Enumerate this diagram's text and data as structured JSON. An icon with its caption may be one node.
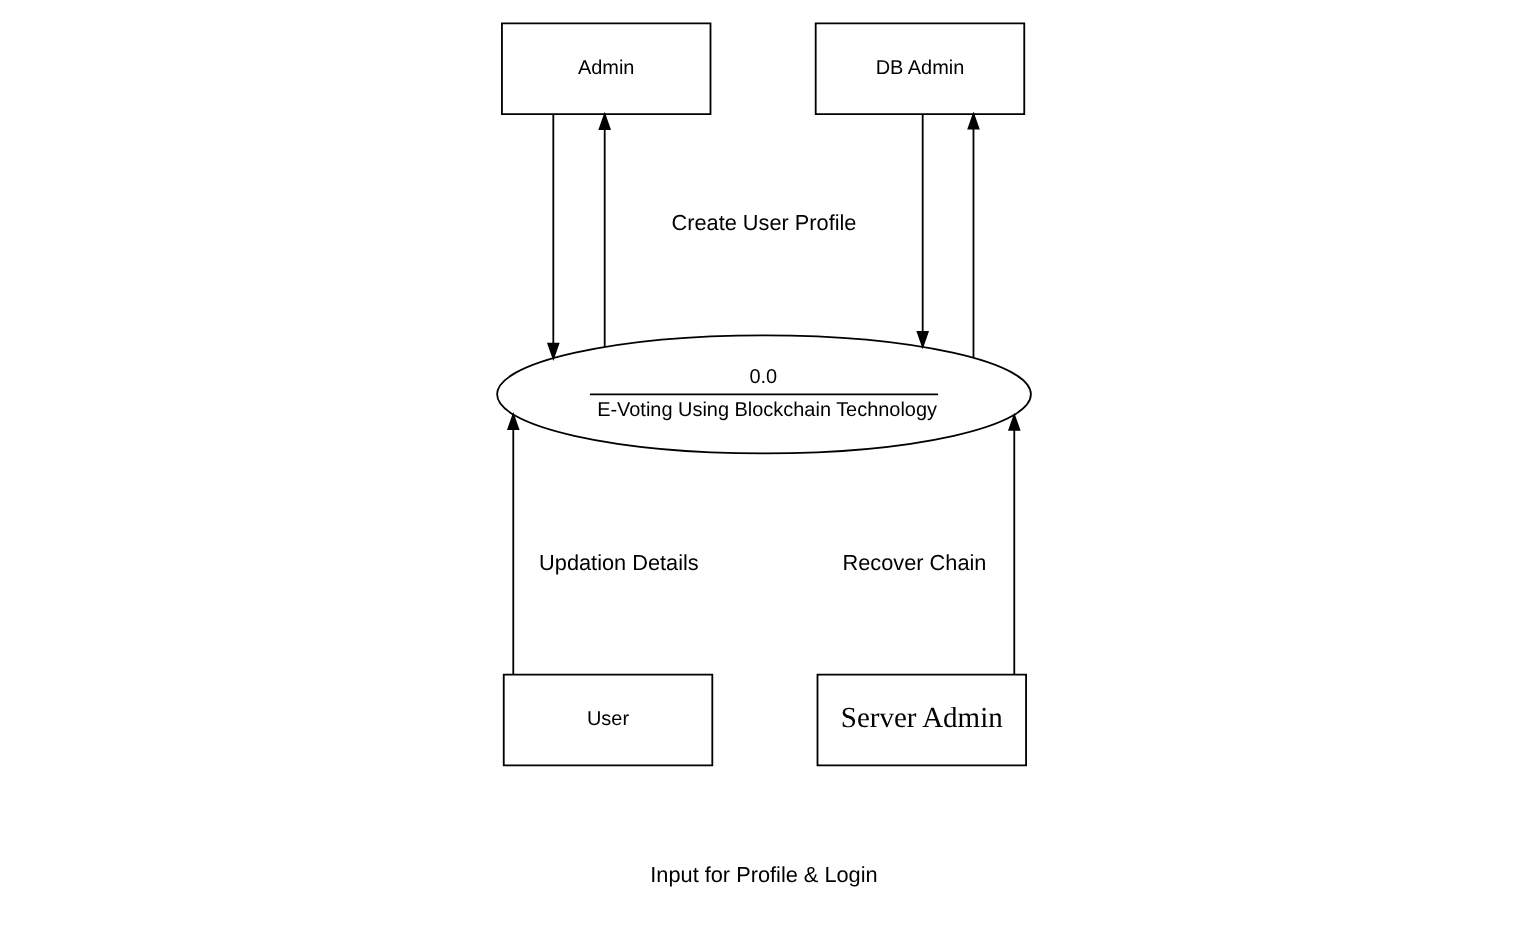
{
  "diagram": {
    "nodes": [
      {
        "text": [
          "Admin"
        ]
      },
      {
        "text": [
          "DB Admin"
        ]
      },
      {
        "text": [
          "0.0",
          "E-Voting Using Blockchain Technology"
        ]
      },
      {
        "text": [
          "User"
        ]
      },
      {
        "text": [
          "Server Admin"
        ]
      }
    ],
    "edges": [
      {
        "from": 0,
        "to": 2,
        "arrow": "to"
      },
      {
        "from": 2,
        "to": 1,
        "arrow": "to"
      },
      {
        "from": 1,
        "to": 2,
        "arrow": "to"
      },
      {
        "from": 2,
        "to": 0,
        "arrow": "to"
      },
      {
        "from": 3,
        "to": 2,
        "arrow": "to"
      },
      {
        "from": 4,
        "to": 2,
        "arrow": "to"
      }
    ],
    "labels": [
      "Create User Profile",
      "Updation Details",
      "Recover Chain",
      "Input for Profile & Login"
    ]
  }
}
